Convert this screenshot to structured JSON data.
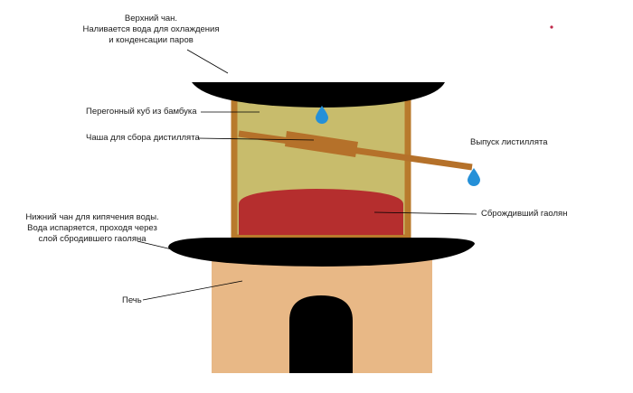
{
  "labels": {
    "upper_pot": [
      "Верхний чан.",
      "Наливается вода для охлаждения",
      "и конденсации паров"
    ],
    "cube": "Перегонный куб из бамбука",
    "bowl": "Чаша для сбора дистиллята",
    "outlet": "Выпуск листиллята",
    "fermented": "Сброждивший гаолян",
    "lower_pot": [
      "Нижний чан для кипячения воды.",
      "Вода испаряется, проходя через",
      "слой сбродившего гаоляна"
    ],
    "stove": "Печь"
  },
  "colors": {
    "pot": "#000000",
    "bamboo_wall": "#b87a2c",
    "cube_fill": "#c8bc6c",
    "tube": "#b5712a",
    "grain": "#b52e2e",
    "stove": "#e8b886",
    "drop": "#2590d8",
    "stray_dot": "#c0294a"
  }
}
